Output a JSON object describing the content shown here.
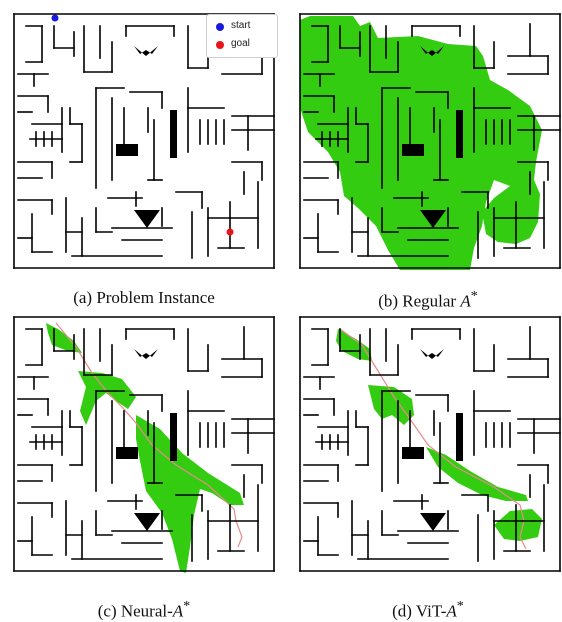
{
  "panels": [
    {
      "id": "a",
      "caption_prefix": "(a) ",
      "caption_text": "Problem Instance",
      "caption_math": "",
      "caption_sup": ""
    },
    {
      "id": "b",
      "caption_prefix": "(b) ",
      "caption_text": "Regular ",
      "caption_math": "A",
      "caption_sup": "*"
    },
    {
      "id": "c",
      "caption_prefix": "(c) ",
      "caption_text": "Neural-",
      "caption_math": "A",
      "caption_sup": "*"
    },
    {
      "id": "d",
      "caption_prefix": "(d) ",
      "caption_text": "ViT-",
      "caption_math": "A",
      "caption_sup": "*"
    }
  ],
  "legend": {
    "start_label": "start",
    "goal_label": "goal"
  },
  "colors": {
    "explored": "#33cc11",
    "wall": "#000000",
    "start": "#1a1adb",
    "goal": "#e8141a",
    "path": "#e88a8a"
  }
}
